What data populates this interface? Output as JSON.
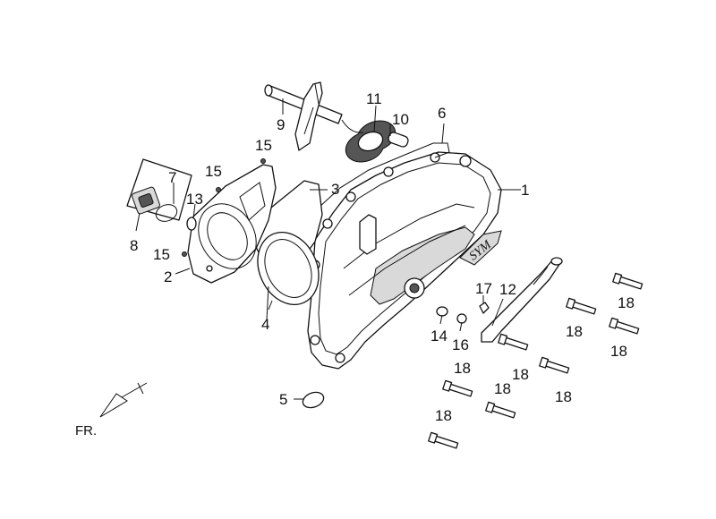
{
  "diagram": {
    "labels": {
      "p1": "1",
      "p2": "2",
      "p3": "3",
      "p4": "4",
      "p5": "5",
      "p6": "6",
      "p7": "7",
      "p8": "8",
      "p9": "9",
      "p10": "10",
      "p11": "11",
      "p12": "12",
      "p13": "13",
      "p14": "14",
      "p15a": "15",
      "p15b": "15",
      "p15c": "15",
      "p16": "16",
      "p17": "17",
      "p18a": "18",
      "p18b": "18",
      "p18c": "18",
      "p18d": "18",
      "p18e": "18",
      "p18f": "18",
      "p18g": "18",
      "p18h": "18"
    },
    "direction": "FR."
  }
}
